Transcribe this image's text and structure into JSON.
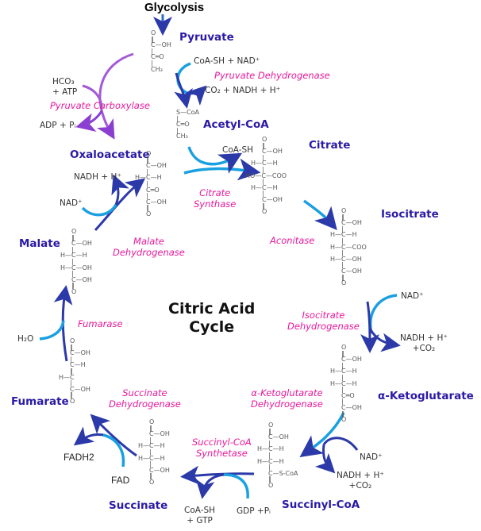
{
  "title": "Glycolysis",
  "center_label": [
    "Citric Acid",
    "Cycle"
  ],
  "colors": {
    "molecule": "#2a1aa6",
    "enzyme": "#e8179c",
    "arrow_dark": "#2b3aa8",
    "arrow_light": "#1aa0e0",
    "arrow_purple": "#a35ad8"
  },
  "molecules": {
    "pyruvate": "Pyruvate",
    "acetyl_coa": "Acetyl-CoA",
    "citrate": "Citrate",
    "isocitrate": "Isocitrate",
    "alpha_ketoglutarate": "α-Ketoglutarate",
    "succinyl_coa": "Succinyl-CoA",
    "succinate": "Succinate",
    "fumarate": "Fumarate",
    "malate": "Malate",
    "oxaloacetate": "Oxaloacetate"
  },
  "enzymes": {
    "pyruvate_dehydrogenase": "Pyruvate Dehydrogenase",
    "pyruvate_carboxylase": "Pyruvate Carboxylase",
    "citrate_synthase": [
      "Citrate",
      "Synthase"
    ],
    "aconitase": "Aconitase",
    "isocitrate_dehydrogenase": [
      "Isocitrate",
      "Dehydrogenase"
    ],
    "akg_dehydrogenase": [
      "α-Ketoglutarate",
      "Dehydrogenase"
    ],
    "succinyl_coa_synthetase": [
      "Succinyl-CoA",
      "Synthetase"
    ],
    "succinate_dehydrogenase": [
      "Succinate",
      "Dehydrogenase"
    ],
    "fumarase": "Fumarase",
    "malate_dehydrogenase": [
      "Malate",
      "Dehydrogenase"
    ]
  },
  "cofactors": {
    "pdh_in": "CoA-SH + NAD⁺",
    "pdh_out": "CO₂ + NADH + H⁺",
    "pc_in": [
      "HCO₃",
      "+ ATP"
    ],
    "pc_out": "ADP + Pᵢ",
    "cs_out": "CoA-SH",
    "idh_in": "NAD⁺",
    "idh_out": [
      "NADH + H⁺",
      "+CO₂"
    ],
    "akg_in": "NAD⁺",
    "akg_out": [
      "NADH + H⁺",
      "+CO₂"
    ],
    "scs_in": "GDP +Pᵢ",
    "scs_out": [
      "CoA-SH",
      "+ GTP"
    ],
    "sdh_in": "FAD",
    "sdh_out": "FADH2",
    "fum_in": "H₂O",
    "mdh_in": "NAD⁺",
    "mdh_out": "NADH + H⁺"
  },
  "structures": {
    "pyruvate": [
      "O",
      "‖",
      "C—OH",
      "|",
      "C═O",
      "|",
      "CH₃"
    ],
    "acetyl_coa": [
      "S—CoA",
      "|",
      "C═O",
      "|",
      "CH₃"
    ],
    "citrate": [
      "O",
      "‖",
      "C—OH",
      "|",
      "H—C—H",
      "|",
      "HO—C—COO",
      "|",
      "H—C—H",
      "|",
      "C—OH",
      "‖",
      "O"
    ],
    "isocitrate": [
      "O",
      "‖",
      "C—OH",
      "|",
      "H—C—H",
      "|",
      "H—C—COO",
      "|",
      "H—C—OH",
      "|",
      "C—OH",
      "‖",
      "O"
    ],
    "alpha_ketoglutarate": [
      "O",
      "‖",
      "C—OH",
      "|",
      "H—C—H",
      "|",
      "H—C—H",
      "|",
      "C═O",
      "|",
      "C—OH",
      "‖",
      "O"
    ],
    "succinyl_coa": [
      "O",
      "‖",
      "C—OH",
      "|",
      "H—C—H",
      "|",
      "H—C—H",
      "|",
      "C—S-CoA",
      "‖",
      "O"
    ],
    "succinate": [
      "O",
      "‖",
      "C—OH",
      "|",
      "H—C—H",
      "|",
      "H—C—H",
      "|",
      "C—OH",
      "‖",
      "O"
    ],
    "fumarate": [
      "O",
      "‖",
      "C—OH",
      "|",
      "C—H",
      "‖",
      "H—C",
      "|",
      "C—OH",
      "‖",
      "O"
    ],
    "malate": [
      "O",
      "‖",
      "C—OH",
      "|",
      "H—C—H",
      "|",
      "H—C—OH",
      "|",
      "C—OH",
      "‖",
      "O"
    ],
    "oxaloacetate": [
      "O",
      "‖",
      "C—OH",
      "|",
      "H—C—H",
      "|",
      "C═O",
      "|",
      "C—OH",
      "‖",
      "O"
    ]
  }
}
